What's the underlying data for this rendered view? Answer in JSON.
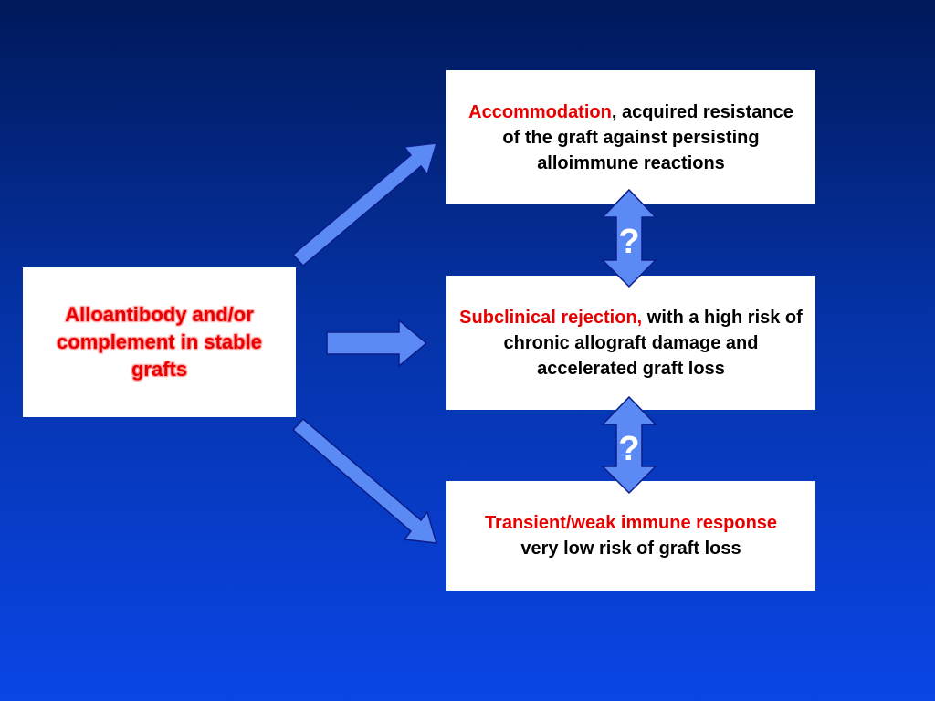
{
  "source": {
    "text": "Alloantibody and/or complement in stable grafts"
  },
  "outcomes": {
    "accommodation": {
      "highlight": "Accommodation",
      "rest": ", acquired resistance of the graft against persisting alloimmune reactions"
    },
    "subclinical": {
      "highlight": "Subclinical rejection,",
      "rest": " with a high risk of chronic allograft damage and accelerated graft loss"
    },
    "transient": {
      "highlight": "Transient/weak immune response",
      "rest": "very low risk of graft loss"
    }
  },
  "connectors": {
    "upper_question": "?",
    "lower_question": "?"
  },
  "colors": {
    "highlight": "#e80000",
    "arrow_fill": "#5b8af4",
    "background_top": "#00195a",
    "background_bottom": "#0a45e6"
  }
}
